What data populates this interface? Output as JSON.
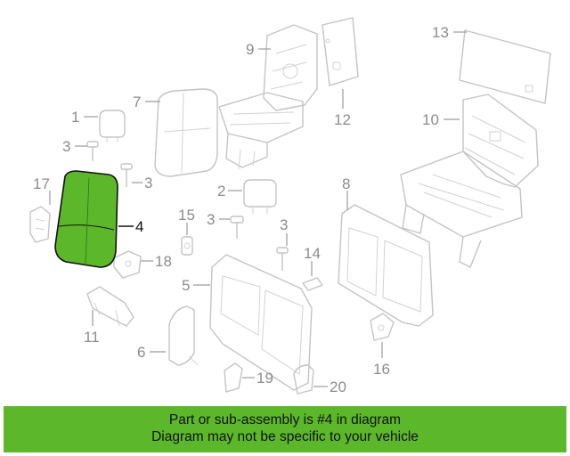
{
  "diagram": {
    "highlight_color": "#5cb82a",
    "highlighted_part": "4",
    "callouts": {
      "c1": "1",
      "c2": "2",
      "c3a": "3",
      "c3b": "3",
      "c3c": "3",
      "c3d": "3",
      "c4": "4",
      "c5": "5",
      "c6": "6",
      "c7": "7",
      "c8": "8",
      "c9": "9",
      "c10": "10",
      "c11": "11",
      "c12": "12",
      "c13": "13",
      "c14": "14",
      "c15": "15",
      "c16": "16",
      "c17": "17",
      "c18": "18",
      "c19": "19",
      "c20": "20"
    }
  },
  "banner": {
    "line1": "Part or sub-assembly is #4 in diagram",
    "line2": "Diagram may not be specific to your vehicle",
    "background": "#5cb82a"
  }
}
